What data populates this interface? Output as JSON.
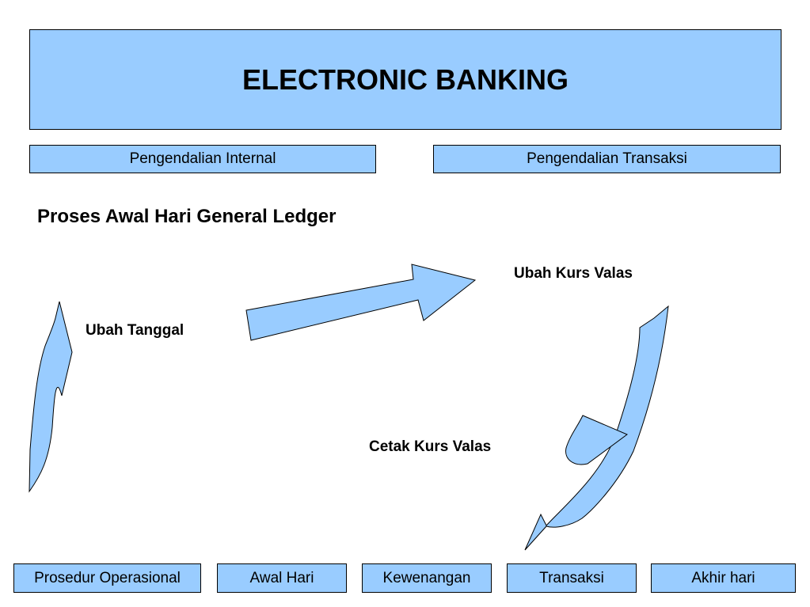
{
  "title": "ELECTRONIC BANKING",
  "subtabs": [
    "Pengendalian Internal",
    "Pengendalian Transaksi"
  ],
  "heading": "Proses Awal Hari General Ledger",
  "steps": {
    "ubah_tanggal": "Ubah Tanggal",
    "ubah_kurs": "Ubah Kurs Valas",
    "cetak_kurs": "Cetak Kurs Valas"
  },
  "footer_tabs": [
    "Prosedur Operasional",
    "Awal Hari",
    "Kewenangan",
    "Transaksi",
    "Akhir hari"
  ],
  "colors": {
    "box_fill": "#99ccff",
    "border": "#000000"
  }
}
